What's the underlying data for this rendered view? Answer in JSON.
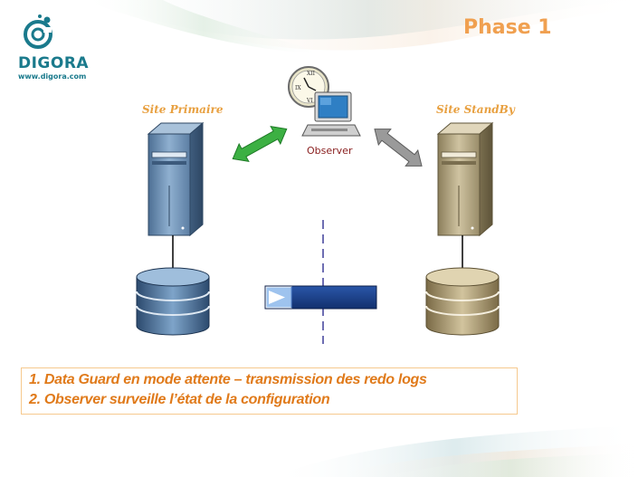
{
  "logo": {
    "brand": "DIGORA",
    "url": "www.digora.com"
  },
  "title": "Phase 1",
  "sites": {
    "primary": "Site Primaire",
    "standby": "Site StandBy"
  },
  "observer": {
    "label": "Observer"
  },
  "caption": {
    "line1": "1. Data Guard en mode attente – transmission des redo logs",
    "line2": "2. Observer surveille l’état de la configuration"
  },
  "colors": {
    "title": "#f0a050",
    "brand": "#1a7a8c",
    "site_label": "#e8a040",
    "caption_text": "#e07a1a",
    "primary_server": "#6a8fb5",
    "standby_server": "#b3a57f",
    "link_active": "#3cb043",
    "link_inactive": "#8e8e8e",
    "redo_stream": "#1b3f8c"
  }
}
